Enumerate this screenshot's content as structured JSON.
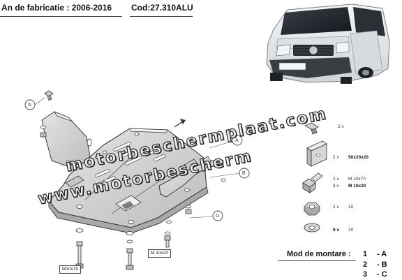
{
  "header": {
    "year_text": "An de fabricatie : 2006-2016",
    "code_text": "Cod:27.310ALU"
  },
  "watermark": {
    "line1": "motorbeschermplaat.com",
    "line2": "www.motorbescherm"
  },
  "letters": [
    "A",
    "A",
    "B",
    "D"
  ],
  "parts": [
    {
      "qty": "2 x",
      "spec": ""
    },
    {
      "qty": "2 x",
      "spec": "50x20x20"
    },
    {
      "qty": "2 x",
      "spec": "M 10x70"
    },
    {
      "qty": "4 x",
      "spec": "M 10x20"
    },
    {
      "qty": "2 x",
      "spec": "10"
    },
    {
      "qty": "8 x",
      "spec": "10"
    }
  ],
  "bolt_labels": {
    "long": "M10x70",
    "short": "M 10x20"
  },
  "mounting": {
    "title": "Mod de montare :",
    "rows": [
      {
        "num": "1",
        "letter": "- A"
      },
      {
        "num": "2",
        "letter": "- B"
      },
      {
        "num": "3",
        "letter": "- C"
      }
    ]
  },
  "colors": {
    "plate_fill": "#d6d6d6",
    "plate_edge": "#3a3a3a",
    "van_body": "#e9ecef",
    "van_dark": "#2a2d31"
  }
}
